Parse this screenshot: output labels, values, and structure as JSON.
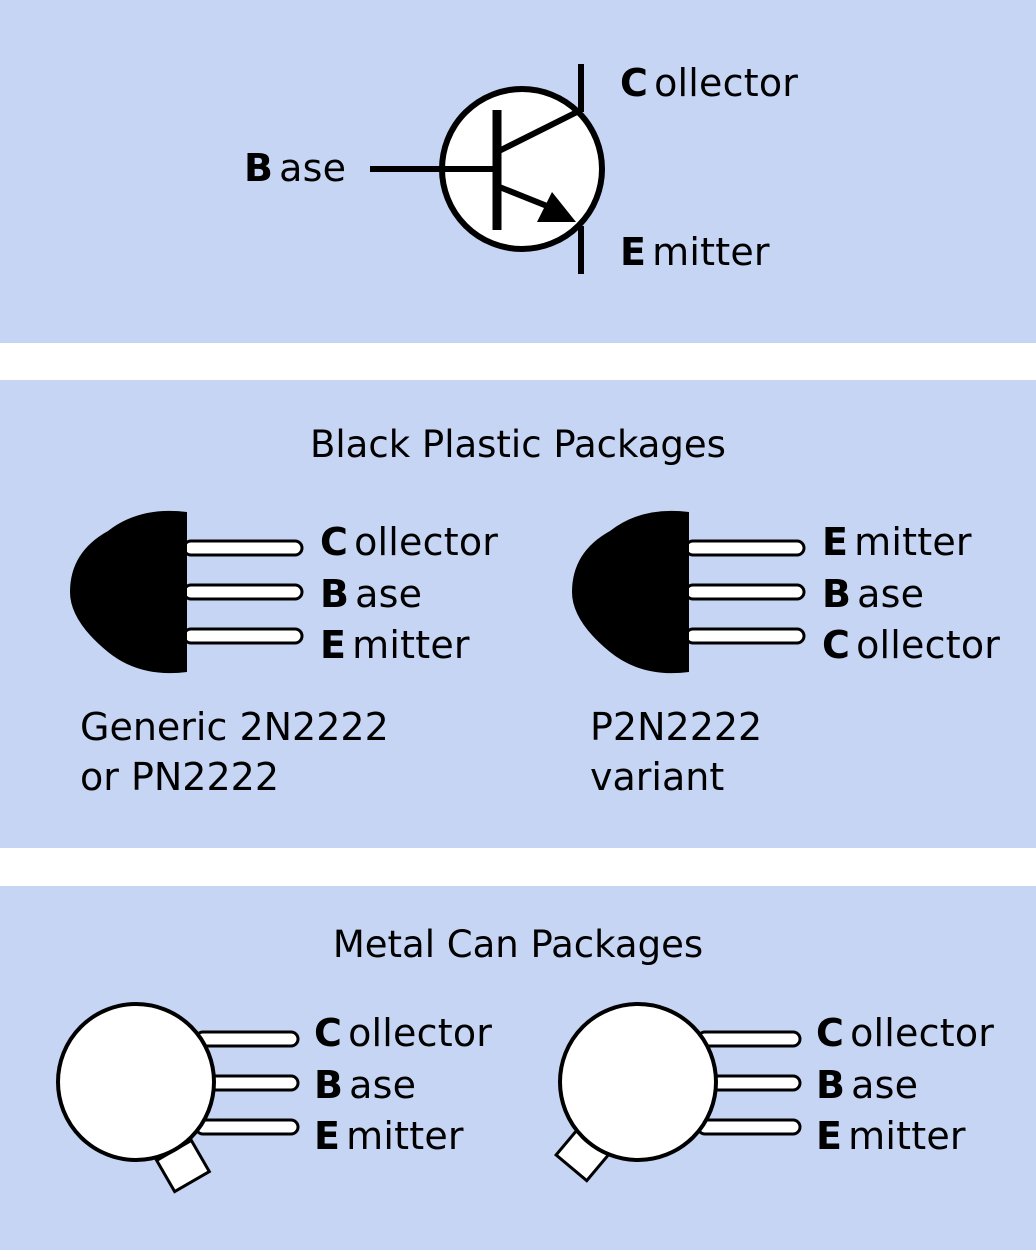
{
  "symbol": {
    "base": {
      "initial": "B",
      "rest": "ase"
    },
    "collector": {
      "initial": "C",
      "rest": "ollector"
    },
    "emitter": {
      "initial": "E",
      "rest": "mitter"
    }
  },
  "plastic": {
    "title": "Black Plastic Packages",
    "left": {
      "pins": [
        {
          "initial": "C",
          "rest": "ollector"
        },
        {
          "initial": "B",
          "rest": "ase"
        },
        {
          "initial": "E",
          "rest": "mitter"
        }
      ],
      "caption": [
        "Generic 2N2222",
        "or PN2222"
      ]
    },
    "right": {
      "pins": [
        {
          "initial": "E",
          "rest": "mitter"
        },
        {
          "initial": "B",
          "rest": "ase"
        },
        {
          "initial": "C",
          "rest": "ollector"
        }
      ],
      "caption": [
        "P2N2222",
        "variant"
      ]
    }
  },
  "metal": {
    "title": "Metal Can Packages",
    "left": {
      "pins": [
        {
          "initial": "C",
          "rest": "ollector"
        },
        {
          "initial": "B",
          "rest": "ase"
        },
        {
          "initial": "E",
          "rest": "mitter"
        }
      ]
    },
    "right": {
      "pins": [
        {
          "initial": "C",
          "rest": "ollector"
        },
        {
          "initial": "B",
          "rest": "ase"
        },
        {
          "initial": "E",
          "rest": "mitter"
        }
      ]
    }
  },
  "colors": {
    "panel_background": "#c6d5f4",
    "separator": "#ffffff",
    "ink": "#000000"
  }
}
